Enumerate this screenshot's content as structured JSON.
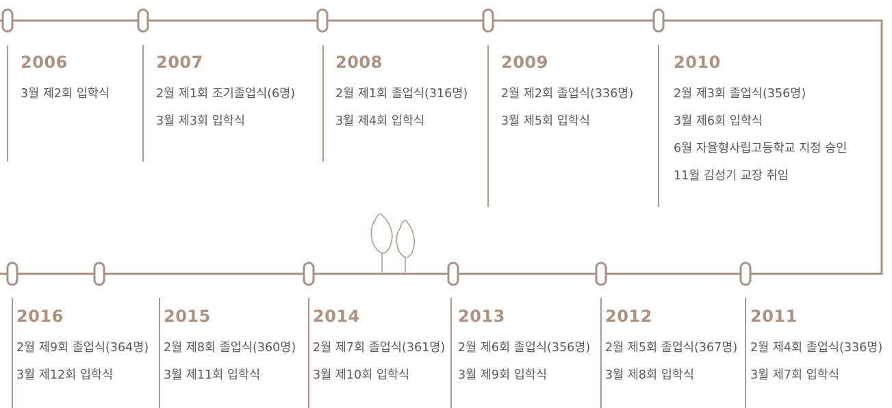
{
  "colors": {
    "line": "#a89283",
    "year": "#ad9181",
    "text": "#5a5a5a"
  },
  "top_row": [
    {
      "year": "2006",
      "events": [
        "3월 제2회 입학식"
      ]
    },
    {
      "year": "2007",
      "events": [
        "2월 제1회 조기졸업식(6명)",
        "3월 제3회 입학식"
      ]
    },
    {
      "year": "2008",
      "events": [
        "2월 제1회 졸업식(316명)",
        "3월 제4회 입학식"
      ]
    },
    {
      "year": "2009",
      "events": [
        "2월 제2회 졸업식(336명)",
        "3월 제5회 입학식"
      ]
    },
    {
      "year": "2010",
      "events": [
        "2월 제3회 졸업식(356명)",
        "3월 제6회 입학식",
        "6월 자율형사립고등학교 지정 승인",
        "11월 김성기 교장 취임"
      ]
    }
  ],
  "bottom_row": [
    {
      "year": "2016",
      "events": [
        "2월 제9회 졸업식(364명)",
        "3월 제12회 입학식"
      ]
    },
    {
      "year": "2015",
      "events": [
        "2월 제8회 졸업식(360명)",
        "3월 제11회 입학식"
      ]
    },
    {
      "year": "2014",
      "events": [
        "2월 제7회 졸업식(361명)",
        "3월 제10회 입학식"
      ]
    },
    {
      "year": "2013",
      "events": [
        "2월 제6회 졸업식(356명)",
        "3월 제9회 입학식"
      ]
    },
    {
      "year": "2012",
      "events": [
        "2월 제5회 졸업식(367명)",
        "3월 제8회 입학식"
      ]
    },
    {
      "year": "2011",
      "events": [
        "2월 제4회 졸업식(336명)",
        "3월 제7회 입학식"
      ]
    }
  ],
  "decoration": {
    "tree_icon": "tree-icon"
  }
}
